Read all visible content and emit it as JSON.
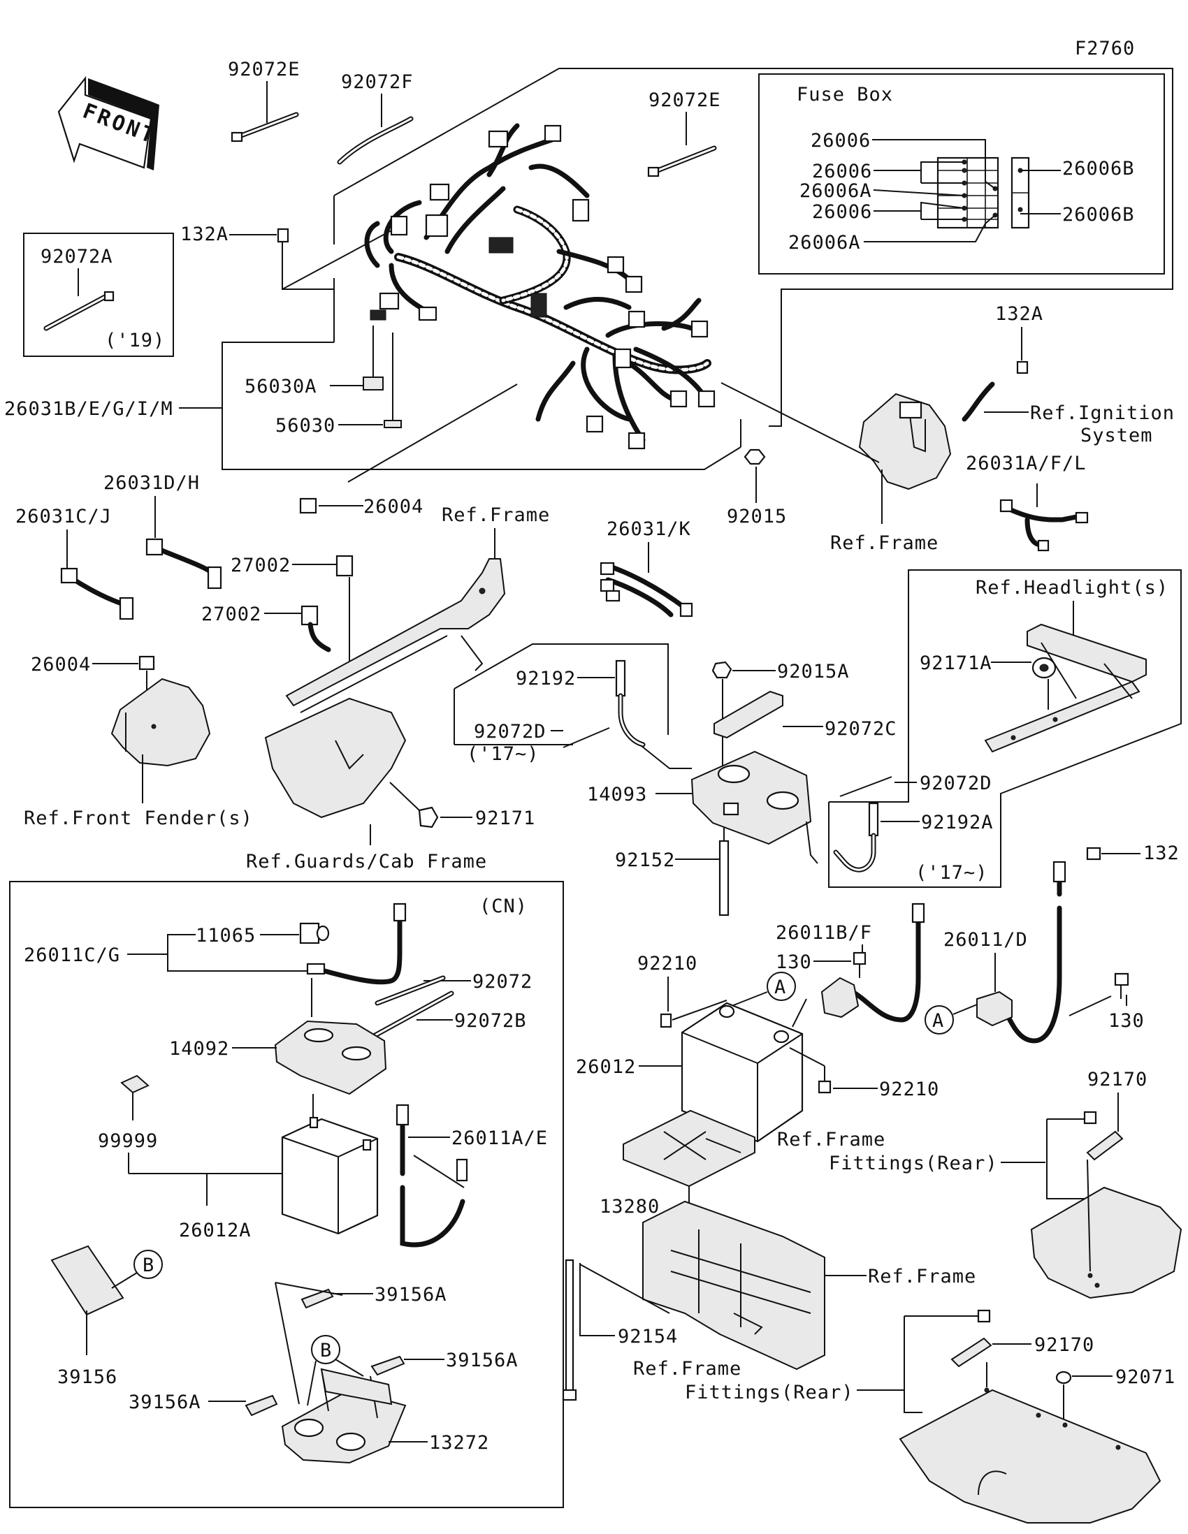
{
  "diagram_id": "F2760",
  "front_arrow": "FRONT",
  "fuse_box_title": "Fuse Box",
  "labels": {
    "l92072E_top": "92072E",
    "l92072F": "92072F",
    "l92072E_r": "92072E",
    "l132A_l": "132A",
    "l92072A": "92072A",
    "l19": "('19)",
    "l26006_1": "26006",
    "l26006_2": "26006",
    "l26006A_1": "26006A",
    "l26006_3": "26006",
    "l26006A_2": "26006A",
    "l26006B_1": "26006B",
    "l26006B_2": "26006B",
    "l56030A": "56030A",
    "l26031BEGIM": "26031B/E/G/I/M",
    "l56030": "56030",
    "l132A_r": "132A",
    "lRefIgn1": "Ref.Ignition",
    "lRefIgn2": "System",
    "l26031AFL": "26031A/F/L",
    "l92015": "92015",
    "lRefFrame1": "Ref.Frame",
    "l26004_1": "26004",
    "l26031DH": "26031D/H",
    "l26031CJ": "26031C/J",
    "lRefFrame2": "Ref.Frame",
    "l26031K": "26031/K",
    "l27002_1": "27002",
    "l27002_2": "27002",
    "l26004_2": "26004",
    "lRefHead": "Ref.Headlight(s)",
    "l92171A": "92171A",
    "l92192": "92192",
    "l92015A": "92015A",
    "l92072D_1": "92072D",
    "l17_1": "('17~)",
    "l92072C": "92072C",
    "l14093": "14093",
    "l92072D_2": "92072D",
    "l92192A": "92192A",
    "l17_2": "('17~)",
    "lRefFender": "Ref.Front Fender(s)",
    "l92171": "92171",
    "lRefGuards": "Ref.Guards/Cab Frame",
    "l92152": "92152",
    "l132": "132",
    "lCN": "(CN)",
    "l11065": "11065",
    "l26011CG": "26011C/G",
    "l92072": "92072",
    "l92072B": "92072B",
    "l14092": "14092",
    "l26011AE": "26011A/E",
    "l99999": "99999",
    "l26012A": "26012A",
    "lB1": "B",
    "lB2": "B",
    "l39156A_1": "39156A",
    "l39156A_2": "39156A",
    "l39156A_3": "39156A",
    "l39156": "39156",
    "l13272": "13272",
    "l26011BF": "26011B/F",
    "l130_1": "130",
    "l26011D": "26011/D",
    "l92210_1": "92210",
    "lA1": "A",
    "lA2": "A",
    "l130_2": "130",
    "l26012": "26012",
    "l92210_2": "92210",
    "lRefFrameFit1": "Ref.Frame",
    "lRefFrameFit2": "Fittings(Rear)",
    "l92170_1": "92170",
    "l13280": "13280",
    "lRefFrame3": "Ref.Frame",
    "l92154": "92154",
    "lRefFrameFit3": "Ref.Frame",
    "lRefFrameFit4": "Fittings(Rear)",
    "l92170_2": "92170",
    "l92071": "92071"
  }
}
